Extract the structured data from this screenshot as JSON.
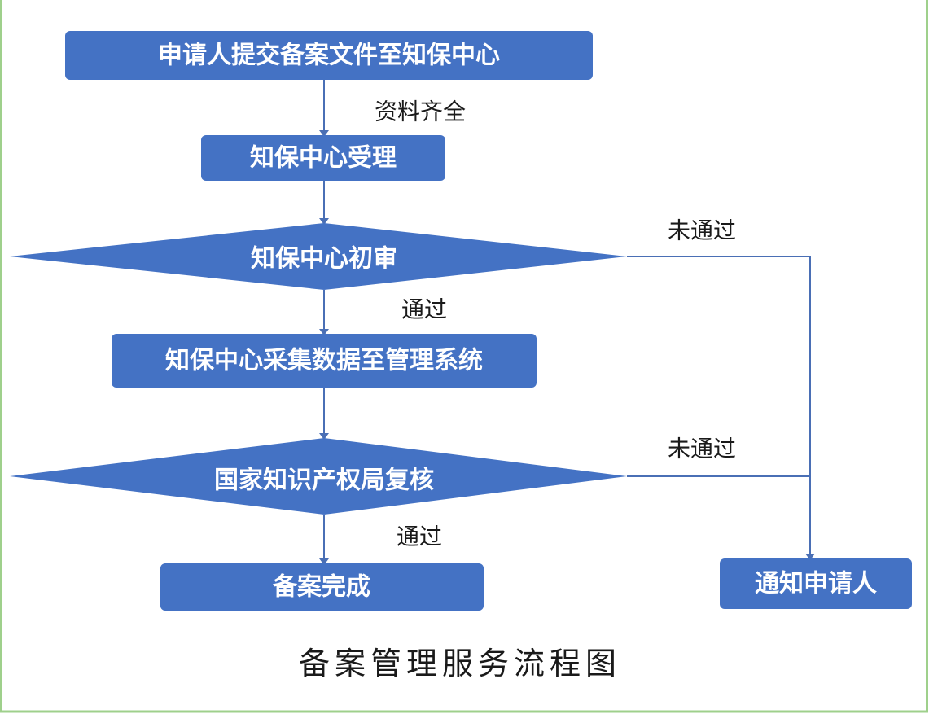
{
  "colors": {
    "shape_fill": "#4472c4",
    "connector": "#4a6fb5",
    "frame": "#9fd08c",
    "text_on_shape": "#ffffff",
    "label_text": "#1a1a1a"
  },
  "nodes": {
    "submit": "申请人提交备案文件至知保中心",
    "accept": "知保中心受理",
    "initial_review": "知保中心初审",
    "collect": "知保中心采集数据至管理系统",
    "cnipa_review": "国家知识产权局复核",
    "done": "备案完成",
    "notify": "通知申请人"
  },
  "edge_labels": {
    "complete": "资料齐全",
    "pass_1": "通过",
    "pass_2": "通过",
    "fail_1": "未通过",
    "fail_2": "未通过"
  },
  "caption": "备案管理服务流程图"
}
